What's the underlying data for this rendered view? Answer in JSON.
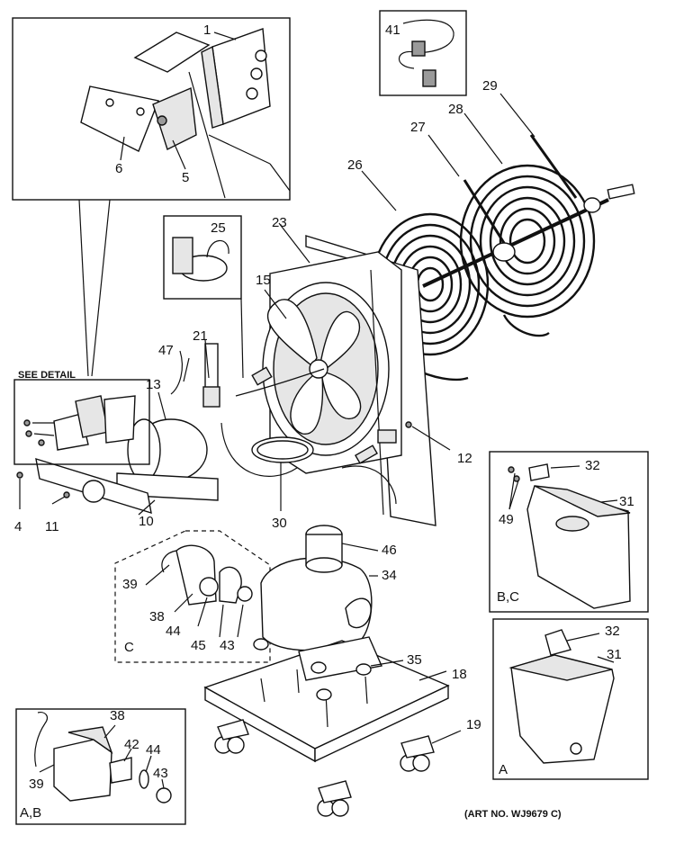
{
  "title": "",
  "panel_labels": {
    "see_detail": "SEE DETAIL",
    "variant_c": "C",
    "variant_bc": "B,C",
    "variant_a": "A",
    "variant_ab": "A,B"
  },
  "art_number": "(ART NO. WJ9679 C)",
  "parts": [
    {
      "id": "p1",
      "label": "1"
    },
    {
      "id": "p4",
      "label": "4"
    },
    {
      "id": "p5",
      "label": "5"
    },
    {
      "id": "p6",
      "label": "6"
    },
    {
      "id": "p10",
      "label": "10"
    },
    {
      "id": "p11",
      "label": "11"
    },
    {
      "id": "p12",
      "label": "12"
    },
    {
      "id": "p13",
      "label": "13"
    },
    {
      "id": "p15",
      "label": "15"
    },
    {
      "id": "p18",
      "label": "18"
    },
    {
      "id": "p19",
      "label": "19"
    },
    {
      "id": "p21",
      "label": "21"
    },
    {
      "id": "p23",
      "label": "23"
    },
    {
      "id": "p25",
      "label": "25"
    },
    {
      "id": "p26",
      "label": "26"
    },
    {
      "id": "p27",
      "label": "27"
    },
    {
      "id": "p28",
      "label": "28"
    },
    {
      "id": "p29",
      "label": "29"
    },
    {
      "id": "p30",
      "label": "30"
    },
    {
      "id": "p31a",
      "label": "31"
    },
    {
      "id": "p31b",
      "label": "31"
    },
    {
      "id": "p32a",
      "label": "32"
    },
    {
      "id": "p32b",
      "label": "32"
    },
    {
      "id": "p34",
      "label": "34"
    },
    {
      "id": "p35",
      "label": "35"
    },
    {
      "id": "p38a",
      "label": "38"
    },
    {
      "id": "p38b",
      "label": "38"
    },
    {
      "id": "p39a",
      "label": "39"
    },
    {
      "id": "p39b",
      "label": "39"
    },
    {
      "id": "p41",
      "label": "41"
    },
    {
      "id": "p42",
      "label": "42"
    },
    {
      "id": "p43a",
      "label": "43"
    },
    {
      "id": "p43b",
      "label": "43"
    },
    {
      "id": "p44a",
      "label": "44"
    },
    {
      "id": "p44b",
      "label": "44"
    },
    {
      "id": "p45",
      "label": "45"
    },
    {
      "id": "p46",
      "label": "46"
    },
    {
      "id": "p47",
      "label": "47"
    },
    {
      "id": "p49",
      "label": "49"
    }
  ]
}
